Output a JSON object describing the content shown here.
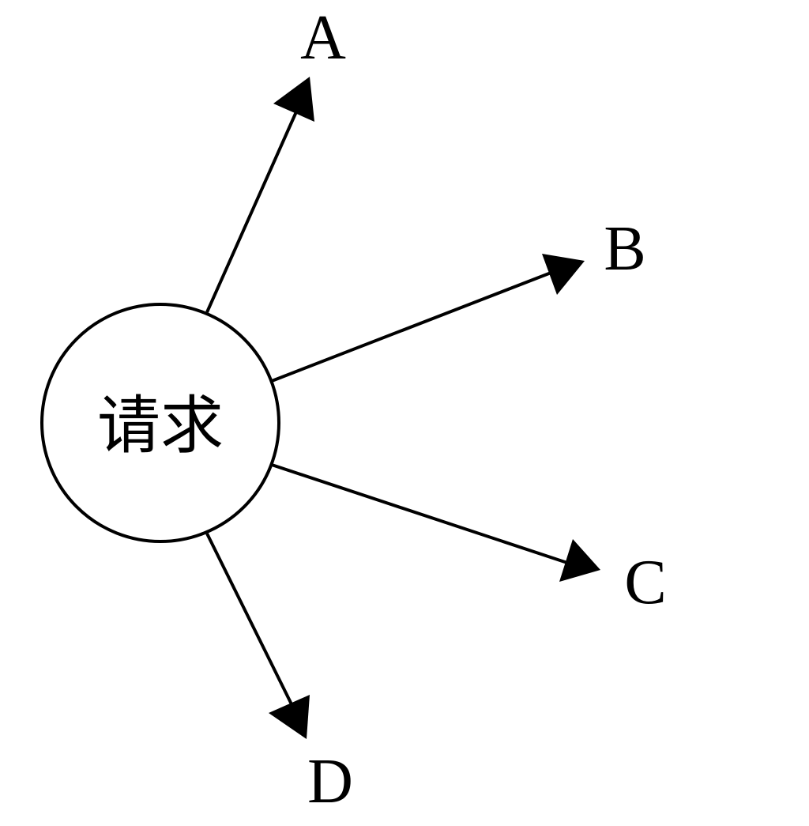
{
  "diagram": {
    "center": {
      "label": "请求"
    },
    "targets": [
      {
        "id": "a",
        "label": "A"
      },
      {
        "id": "b",
        "label": "B"
      },
      {
        "id": "c",
        "label": "C"
      },
      {
        "id": "d",
        "label": "D"
      }
    ],
    "colors": {
      "stroke": "#000000",
      "background": "#ffffff"
    }
  }
}
